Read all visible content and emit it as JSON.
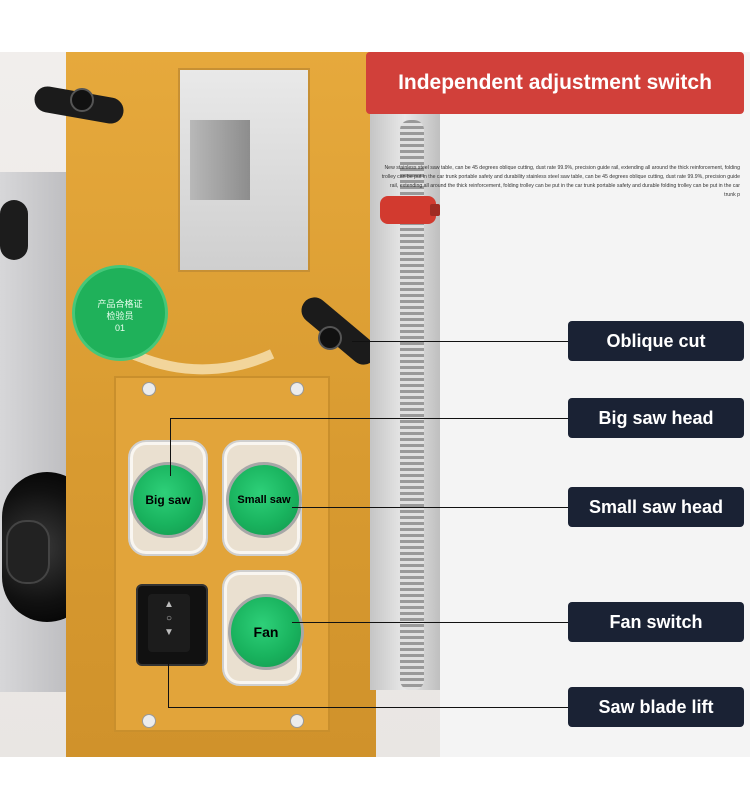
{
  "header": {
    "title": "Independent adjustment switch"
  },
  "description": "New stainless steel saw table, can be 45 degrees oblique cutting, dust rate 99.9%, precision guide rail, extending all around the thick reinforcement, folding trolley can be put in the car trunk portable safety and durability stainless steel saw table, can be 45 degrees oblique cutting, dust rate 99.9%, precision guide rail, extending all around the thick reinforcement, folding trolley can be put in the car trunk portable safety and durable folding trolley can be put in the car trunk p",
  "seal": {
    "line1": "产品合格证",
    "line2": "检验员",
    "line3": "01"
  },
  "buttons": {
    "big_saw": "Big saw",
    "small_saw": "Small saw",
    "fan": "Fan"
  },
  "callouts": {
    "oblique_cut": "Oblique cut",
    "big_saw_head": "Big saw head",
    "small_saw_head": "Small saw head",
    "fan_switch": "Fan switch",
    "saw_blade_lift": "Saw blade lift"
  },
  "colors": {
    "header_red": "#d1403a",
    "callout_navy": "#1a2234",
    "panel_orange": "#e2a43a",
    "button_green": "#19b35e"
  }
}
